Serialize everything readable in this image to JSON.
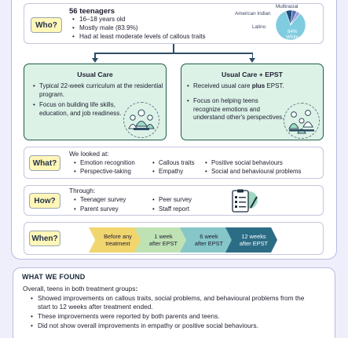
{
  "who": {
    "label": "Who?",
    "title": "56 teenagers",
    "bullets": [
      "16–18 years old",
      "Mostly male (83.9%)",
      "Had at least moderate levels of callous traits"
    ],
    "ethnicity_chart": {
      "type": "pie",
      "slices": [
        {
          "label": "White",
          "percent": 84,
          "display": "84%",
          "color": "#7fcbe0"
        },
        {
          "label": "Latino",
          "percent": 7,
          "color": "#1f4e78"
        },
        {
          "label": "American Indian",
          "percent": 5,
          "color": "#5b6fb8"
        },
        {
          "label": "Multiracial",
          "percent": 4,
          "color": "#9aa4d8"
        }
      ]
    }
  },
  "usual_care": {
    "title": "Usual Care",
    "bullets": [
      "Typical 22-week curriculum at the residential program.",
      "Focus on building life skills, education, and job readiness."
    ],
    "illustration_icon": "group-of-teens-icon"
  },
  "epst": {
    "title": "Usual Care + EPST",
    "bullet1_prefix": "Received usual care ",
    "bullet1_bold": "plus",
    "bullet1_suffix": " EPST.",
    "bullet2": "Focus on helping teens recognize emotions and understand other's perspectives.",
    "illustration_icon": "teens-talking-icon"
  },
  "what": {
    "label": "What?",
    "intro": "We looked at:",
    "col1": [
      "Emotion recognition",
      "Perspective-taking"
    ],
    "col2": [
      "Callous traits",
      "Empathy"
    ],
    "col3": [
      "Positive social behaviours",
      "Social and behavioural problems"
    ]
  },
  "how": {
    "label": "How?",
    "intro": "Through:",
    "col1": [
      "Teenager survey",
      "Parent survey"
    ],
    "col2": [
      "Peer survey",
      "Staff report"
    ],
    "icon": "clipboard-checklist-icon"
  },
  "when": {
    "label": "When?",
    "steps": [
      {
        "line1": "Before any",
        "line2": "treatment",
        "color": "#f1d56e"
      },
      {
        "line1": "1 week",
        "line2": "after EPST",
        "color": "#bfe2b4"
      },
      {
        "line1": "6 week",
        "line2": "after EPST",
        "color": "#86c6c9"
      },
      {
        "line1": "12 weeks",
        "line2": "after EPST",
        "color": "#2c6d86"
      }
    ]
  },
  "findings": {
    "title": "WHAT WE FOUND",
    "intro_prefix": "Overall, teens in both treatment groups",
    "intro_suffix": ":",
    "bullets": [
      "Showed improvements on callous traits, social problems, and behavioural problems from the start to 12 weeks after treatment ended.",
      "These improvements were reported by both parents and teens.",
      "Did not show overall improvements in empathy or positive social behaviours."
    ]
  },
  "colors": {
    "background": "#eeeffa",
    "panel_border": "#b9bbe2",
    "label_fill": "#fff6b8",
    "treatment_fill": "#dcf2e7",
    "treatment_border": "#1f5c45",
    "connector": "#2d4d66"
  }
}
